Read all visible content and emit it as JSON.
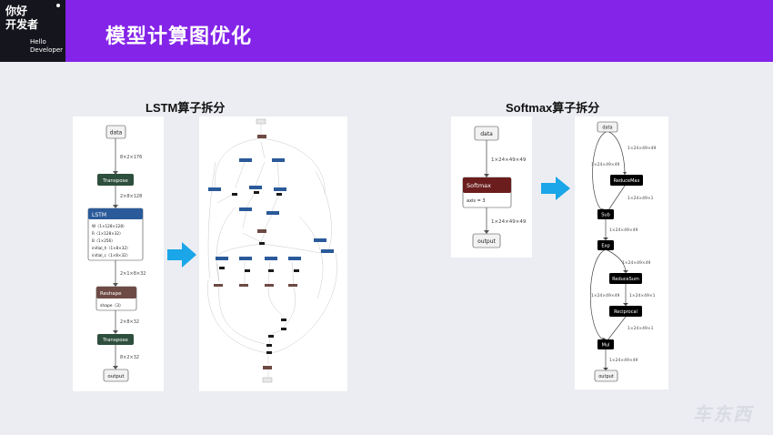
{
  "logo": {
    "cn": "你好\n开发者",
    "en": "Hello\nDeveloper"
  },
  "header": {
    "title": "模型计算图优化"
  },
  "lstm": {
    "title": "LSTM算子拆分",
    "nodes": {
      "data": "data",
      "transpose1": "Transpose",
      "lstm": "LSTM",
      "reshape": "Reshape",
      "transpose2": "Transpose",
      "output": "output"
    },
    "lstm_attrs": [
      "W〈1×128×128〉",
      "R〈1×128×32〉",
      "B〈1×256〉",
      "initial_h〈1×8×32〉",
      "initial_c〈1×8×32〉"
    ],
    "reshape_attr": "shape〈3〉",
    "edges": [
      "8×2×176",
      "2×8×128",
      "2×1×8×32",
      "2×8×32",
      "8×2×32"
    ]
  },
  "softmax": {
    "title": "Softmax算子拆分",
    "nodes": {
      "data": "data",
      "softmax": "Softmax",
      "output": "output"
    },
    "attr": "axis = 3",
    "edges": [
      "1×24×49×49",
      "1×24×49×49"
    ]
  },
  "softmax_split": {
    "nodes": {
      "data": "data",
      "reducemax": "ReduceMax",
      "sub": "Sub",
      "exp": "Exp",
      "reducesum": "ReduceSum",
      "reciprocal": "Reciprocal",
      "mul": "Mul",
      "output": "output"
    },
    "edges": {
      "e1": "1×24×49×49",
      "e2": "1×24×49×49",
      "e3": "1×24×49×1",
      "e4": "1×24×49×49",
      "e5": "1×24×49×49",
      "e6": "1×24×49×49",
      "e7": "1×24×49×1",
      "e8": "1×24×49×1",
      "e9": "1×24×49×49"
    }
  },
  "watermark": "车东西",
  "colors": {
    "header": "#8424e8",
    "logo_bg": "#15151d",
    "transpose": "#2f4f3e",
    "lstm": "#2a5a9a",
    "reshape": "#6e4a44",
    "softmax": "#6b1d1d",
    "op_black": "#000000",
    "arrow": "#1aa6e8"
  }
}
